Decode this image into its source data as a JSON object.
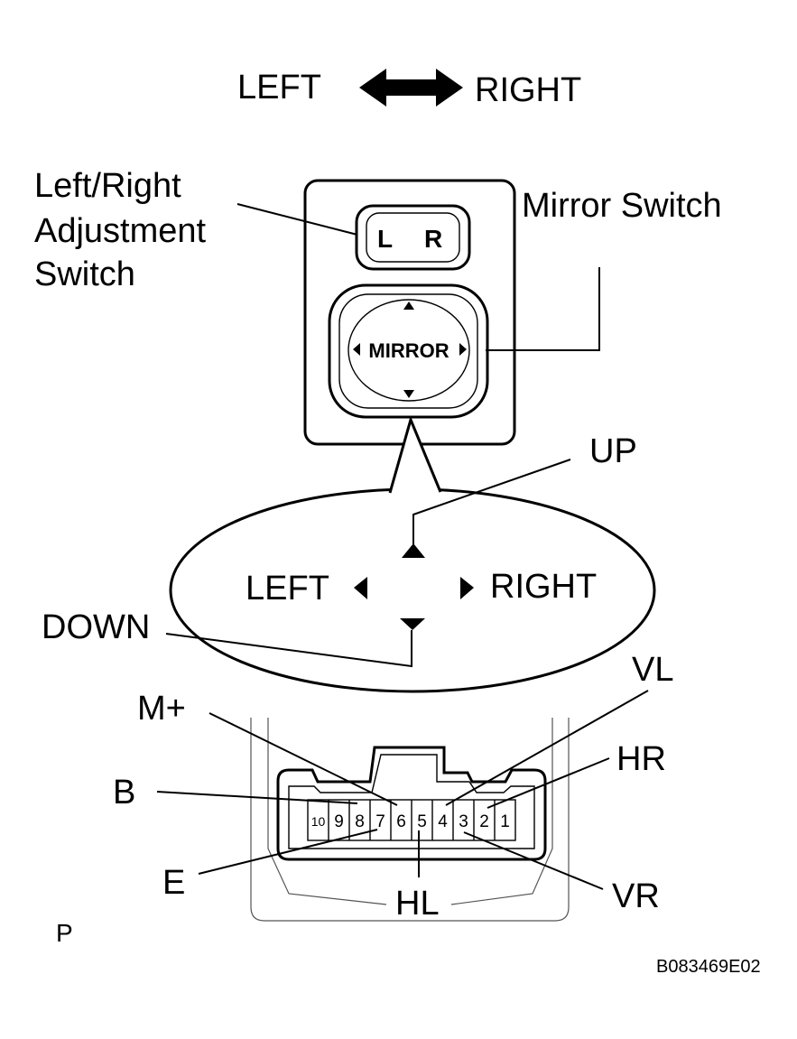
{
  "header": {
    "left_label": "LEFT",
    "right_label": "RIGHT"
  },
  "switch_panel": {
    "adjustment_label_line1": "Left/Right",
    "adjustment_label_line2": "Adjustment",
    "adjustment_label_line3": "Switch",
    "mirror_switch_label": "Mirror Switch",
    "lr_left": "L",
    "lr_right": "R",
    "mirror_button_text": "MIRROR"
  },
  "direction_detail": {
    "up": "UP",
    "down": "DOWN",
    "left": "LEFT",
    "right": "RIGHT"
  },
  "connector": {
    "pins": [
      "10",
      "9",
      "8",
      "7",
      "6",
      "5",
      "4",
      "3",
      "2",
      "1"
    ],
    "labels": {
      "m_plus": "M+",
      "b": "B",
      "e": "E",
      "hl": "HL",
      "vl": "VL",
      "hr": "HR",
      "vr": "VR"
    },
    "view_label": "P"
  },
  "figure_id": "B083469E02"
}
